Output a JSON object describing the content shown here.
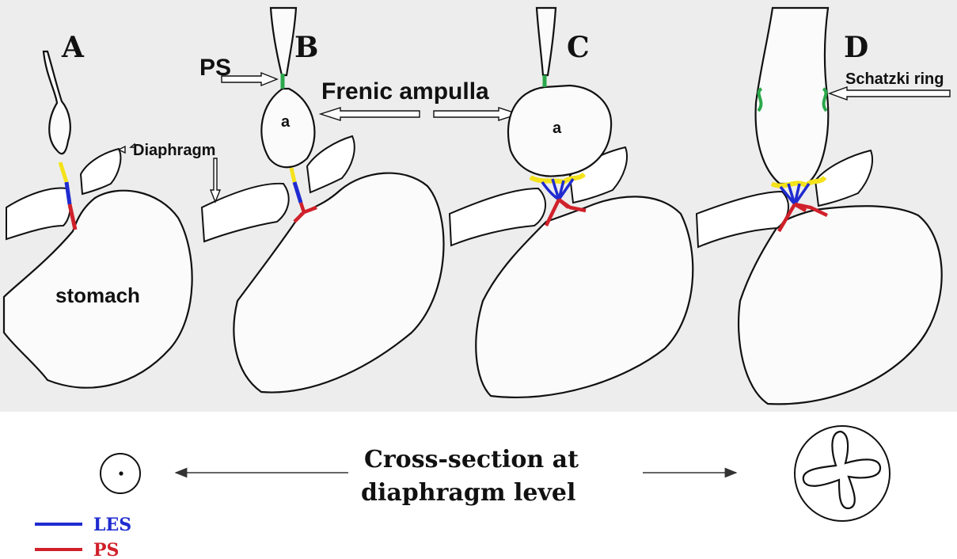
{
  "panels": {
    "a": {
      "letter": "A"
    },
    "b": {
      "letter": "B"
    },
    "c": {
      "letter": "C"
    },
    "d": {
      "letter": "D"
    }
  },
  "labels": {
    "ps_arrow": "PS",
    "frenic_ampulla": "Frenic ampulla",
    "diaphragm": "Diaphragm",
    "schatzki_ring": "Schatzki ring",
    "stomach": "stomach",
    "ampulla_b": "a",
    "ampulla_c": "a"
  },
  "caption": {
    "line1": "Cross-section at",
    "line2": "diaphragm level"
  },
  "legend": {
    "les": {
      "label": "LES",
      "color": "#1f2bd0"
    },
    "ps": {
      "label": "PS",
      "color": "#d0202a"
    }
  },
  "colors": {
    "les": "#1f2bd0",
    "ps": "#d0202a",
    "z_line": "#f4e21a",
    "sphincter_green": "#2aa84a",
    "ink": "#111111",
    "background_band": "#ececec"
  }
}
